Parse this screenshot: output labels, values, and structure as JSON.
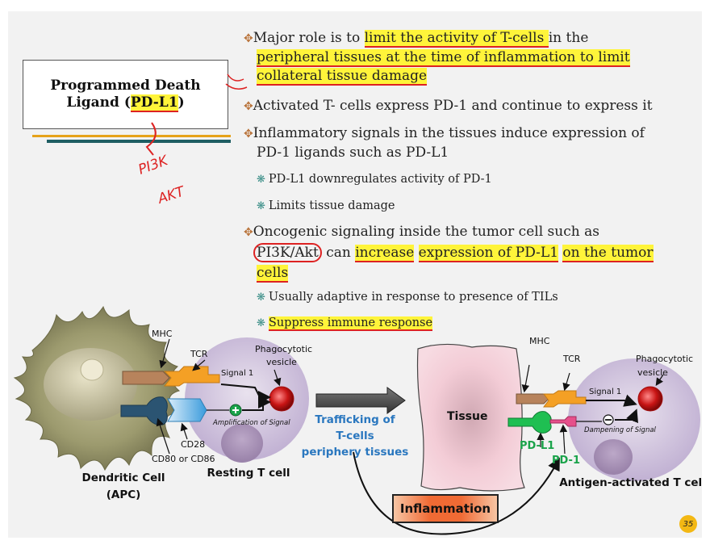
{
  "title": {
    "line1": "Programmed Death",
    "line2_pre": "Ligand (",
    "line2_hl": "PD-L1",
    "line2_post": ")"
  },
  "bullets": {
    "b1": {
      "pre": "Major role is to ",
      "hl1": "limit the activity of T-cells ",
      "mid": "in the",
      "hl2": "peripheral tissues at the time of inflammation to limit",
      "hl3": "collateral tissue damage"
    },
    "b2": "Activated T- cells express PD-1 and continue to express it",
    "b3": {
      "l1": "Inflammatory signals in the tissues induce expression of",
      "l2": "PD-1 ligands such as PD-L1"
    },
    "s1": "PD-L1 downregulates activity of PD-1",
    "s2": "Limits tissue damage",
    "b4": {
      "l1": "Oncogenic signaling inside the tumor cell such as",
      "c1": "PI3K/Akt",
      "t1": " can ",
      "h1": "increase",
      "t2": " ",
      "h2": "expression of PD-L1",
      "t3": " ",
      "h3": "on the tumor",
      "h4": "cells"
    },
    "s3": "Usually adaptive in response to presence of TILs",
    "s4": "Suppress immune response"
  },
  "handwriting": {
    "h1": "PI3K",
    "h2": "AKT"
  },
  "diagram": {
    "mhc_left": "MHC",
    "tcr_left": "TCR",
    "phago_left": [
      "Phagocytotic",
      "vesicle"
    ],
    "signal1_left": "Signal 1",
    "amplification": "Amplification of Signal",
    "cd28": "CD28",
    "cd80": "CD80 or CD86",
    "dendritic": [
      "Dendritic Cell",
      "(APC)"
    ],
    "resting": "Resting T cell",
    "trafficking": [
      "Trafficking of",
      "T-cells",
      "periphery tissues"
    ],
    "tissue": "Tissue",
    "mhc_right": "MHC",
    "tcr_right": "TCR",
    "phago_right": [
      "Phagocytotic",
      "vesicle"
    ],
    "signal1_right": "Signal 1",
    "dampening": "Dampening of Signal",
    "pdl1": "PD-L1",
    "pd1": "PD-1",
    "activated": "Antigen-activated T cell",
    "inflammation": "Inflammation"
  },
  "page_number": "35",
  "colors": {
    "highlight": "#fff43a",
    "annotation": "#dd2222",
    "trafficking": "#2a77bf",
    "pd_labels": "#1aa34a",
    "bullet_marker": "#b9733a"
  }
}
